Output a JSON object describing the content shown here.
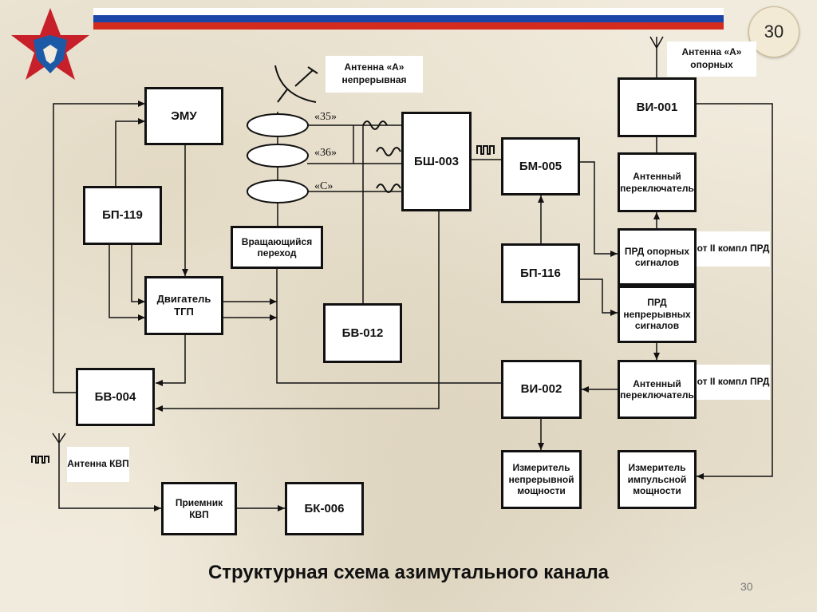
{
  "page": {
    "number": "30",
    "footer_number": "30",
    "title": "Структурная схема азимутального канала"
  },
  "colors": {
    "flag_white": "#ffffff",
    "flag_blue": "#1c45a8",
    "flag_red": "#d52b1e",
    "logo_red": "#c8202a",
    "logo_blue": "#1c5aa8",
    "line": "#111111"
  },
  "icons": [
    "army-star-logo-icon",
    "parabolic-antenna-icon",
    "antenna-icon",
    "pulse-signal-icon",
    "wave-signal-icon"
  ],
  "blocks": {
    "emu": "ЭМУ",
    "bp119": "БП-119",
    "motor": "Двигатель ТГП",
    "bv004": "БВ-004",
    "rotary_joint": "Вращающийся переход",
    "bv012": "БВ-012",
    "bsh003": "БШ-003",
    "bm005": "БМ-005",
    "bp116": "БП-116",
    "vi002": "ВИ-002",
    "vi001": "ВИ-001",
    "ant_switch_1": "Антенный переключатель",
    "prd_ref": "ПРД опорных сигналов",
    "prd_cont": "ПРД непрерывных сигналов",
    "ant_switch_2": "Антенный переключатель",
    "meter_cont": "Измеритель непрерывной мощности",
    "meter_pulse": "Измеритель импульсной мощности",
    "receiver_kvp": "Приемник КВП",
    "bk006": "БК-006"
  },
  "labels": {
    "antenna_a_cont": "Антенна «А» непрерывная",
    "antenna_a_ref": "Антенна «А» опорных",
    "antenna_kvp": "Антенна КВП",
    "from_prd_1": "от II компл ПРД",
    "from_prd_2": "от II компл ПРД"
  },
  "channels": [
    "«35»",
    "«36»",
    "«С»"
  ]
}
